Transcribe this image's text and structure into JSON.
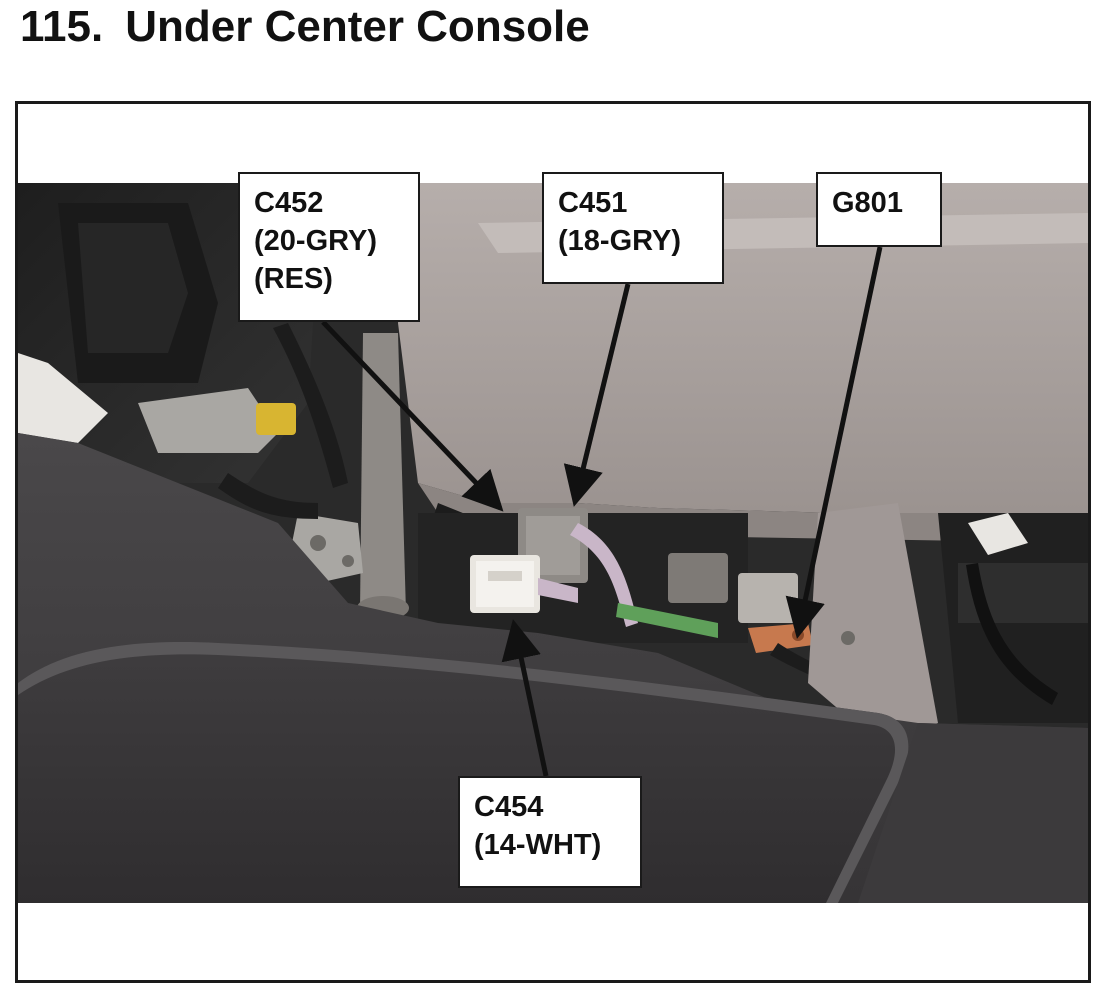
{
  "page": {
    "number": "115.",
    "title": "Under Center Console"
  },
  "callouts": {
    "c452": {
      "line1": "C452",
      "line2": "(20-GRY)",
      "line3": "(RES)"
    },
    "c451": {
      "line1": "C451",
      "line2": "(18-GRY)"
    },
    "g801": {
      "line1": "G801"
    },
    "c454": {
      "line1": "C454",
      "line2": "(14-WHT)"
    }
  },
  "colors": {
    "border": "#1a1a1a",
    "carpet": "#3c3a3c",
    "trim": "#a49c99",
    "wire_harness": "#1c1c1c",
    "connector_white": "#e9e6e0",
    "connector_gray": "#8e8a86",
    "ground_terminal": "#c7794e",
    "airbag_yellow": "#d8b531"
  }
}
